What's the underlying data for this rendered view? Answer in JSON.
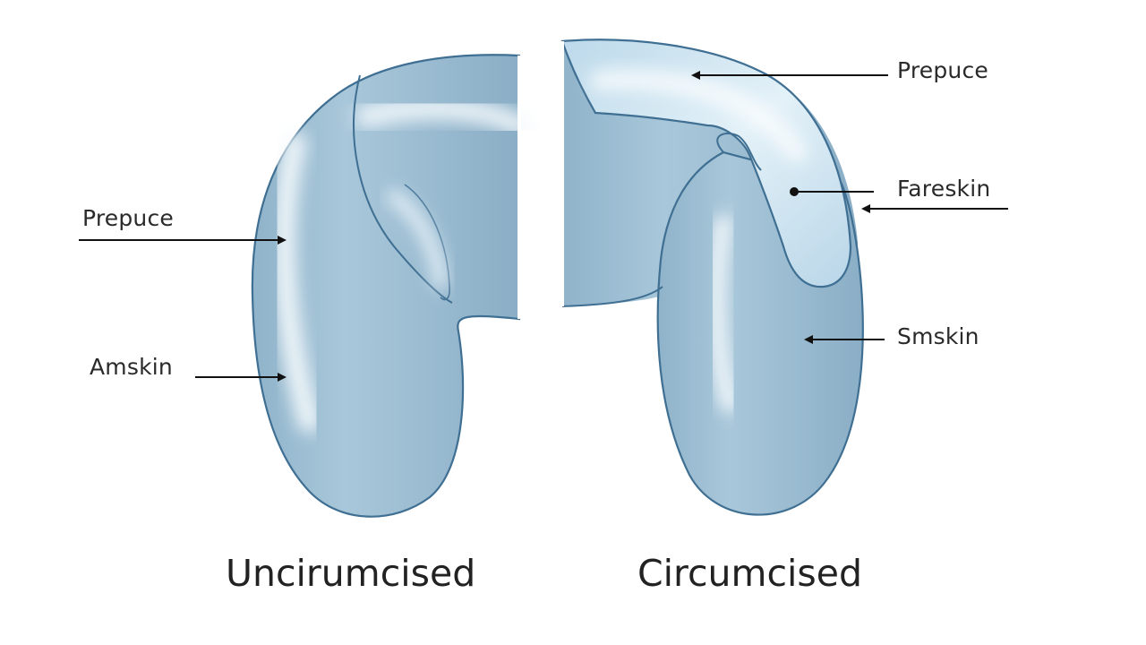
{
  "left_panel": {
    "caption": "Uncirumcised",
    "labels": {
      "prepuce": "Prepuce",
      "amskin": "Amskin"
    }
  },
  "right_panel": {
    "caption": "Circumcised",
    "labels": {
      "prepuce": "Prepuce",
      "foreskin": "Fareskin",
      "smskin": "Smskin"
    }
  },
  "colors": {
    "body_fill": "#9dbdd1",
    "outline": "#3f6f92",
    "highlight": "#f2f8fc",
    "light_cap": "#cfe5f1",
    "leader_line": "#111111",
    "text": "#2a2a2a"
  }
}
